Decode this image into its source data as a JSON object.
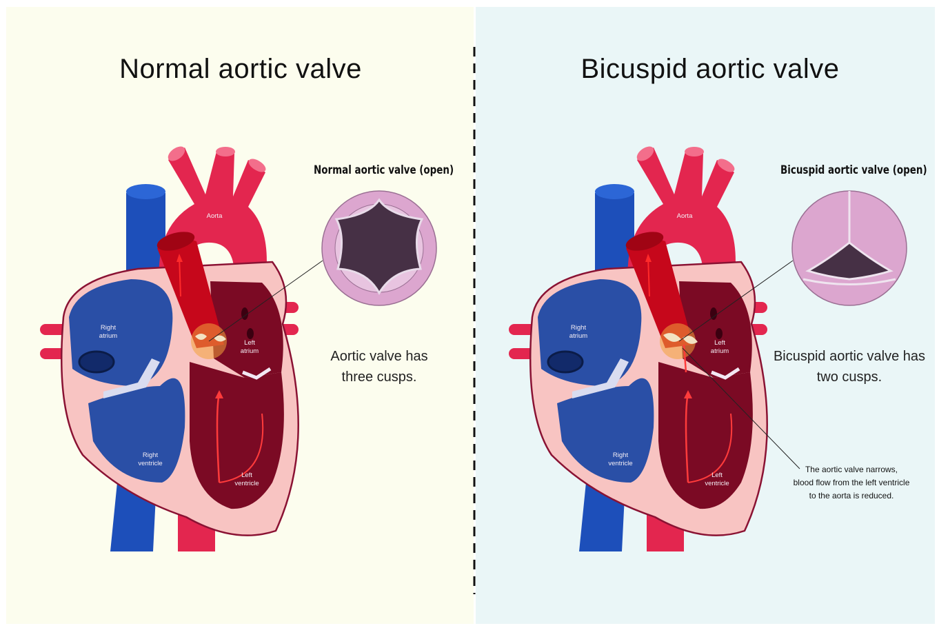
{
  "colors": {
    "left_bg": "#fcfdee",
    "right_bg": "#eaf6f7",
    "aorta_red": "#e3264f",
    "vein_blue": "#1d4fba",
    "chamber_blue": "#2a4fa6",
    "left_chamber": "#7b0a24",
    "heart_wall": "#f8c4c2",
    "valve_ring": "#dca6cf",
    "valve_dark": "#463045"
  },
  "left": {
    "title": "Normal aortic valve",
    "valve_caption": "Normal aortic valve (open)",
    "description_line1": "Aortic valve has",
    "description_line2": "three cusps.",
    "labels": {
      "aorta": "Aorta",
      "right_atrium_1": "Right",
      "right_atrium_2": "atrium",
      "left_atrium_1": "Left",
      "left_atrium_2": "atrium",
      "right_ventricle_1": "Right",
      "right_ventricle_2": "ventricle",
      "left_ventricle_1": "Left",
      "left_ventricle_2": "ventricle"
    }
  },
  "right": {
    "title": "Bicuspid aortic valve",
    "valve_caption": "Bicuspid aortic valve (open)",
    "description_line1": "Bicuspid aortic valve has",
    "description_line2": "two cusps.",
    "note_line1": "The aortic valve narrows,",
    "note_line2": "blood flow from the left ventricle",
    "note_line3": "to the aorta is reduced.",
    "labels": {
      "aorta": "Aorta",
      "right_atrium_1": "Right",
      "right_atrium_2": "atrium",
      "left_atrium_1": "Left",
      "left_atrium_2": "atrium",
      "right_ventricle_1": "Right",
      "right_ventricle_2": "ventricle",
      "left_ventricle_1": "Left",
      "left_ventricle_2": "ventricle"
    }
  }
}
